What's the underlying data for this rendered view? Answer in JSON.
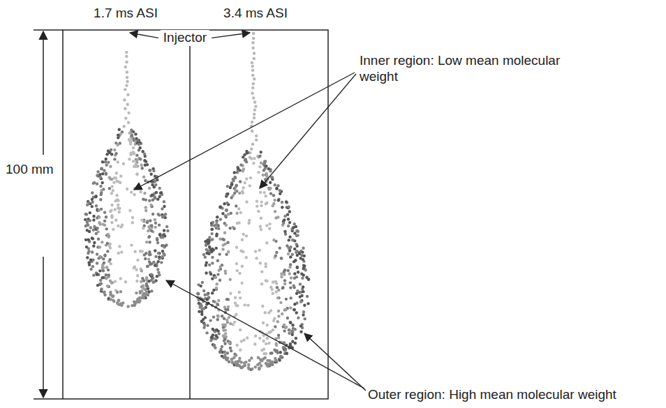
{
  "diagram": {
    "labels": [
      "1.7 ms ASI",
      "3.4 ms ASI",
      "Injector",
      "100 mm",
      "Inner region: Low mean molecular weight",
      "Outer region: High mean molecular weight"
    ]
  }
}
